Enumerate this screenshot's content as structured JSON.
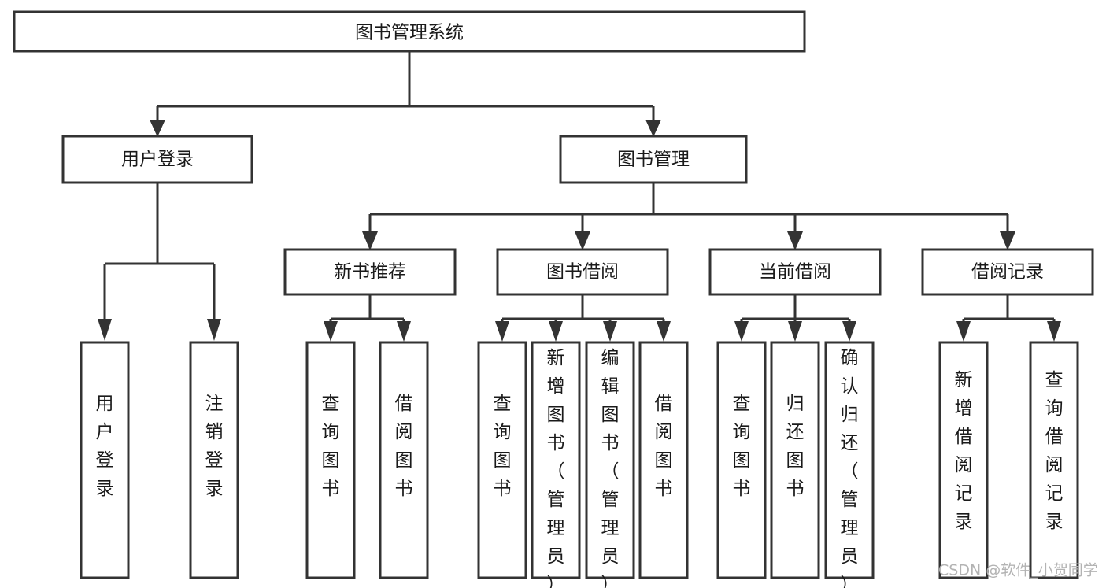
{
  "diagram": {
    "type": "tree",
    "title": "图书管理系统",
    "watermark": "CSDN @软件_小贺同学",
    "colors": {
      "stroke": "#333333",
      "fill": "#ffffff",
      "text": "#1a1a1a",
      "watermark": "#b3b3b3"
    },
    "levels": {
      "root": {
        "label": "图书管理系统"
      },
      "level1": [
        {
          "label": "用户登录"
        },
        {
          "label": "图书管理"
        }
      ],
      "level2": [
        {
          "label": "新书推荐"
        },
        {
          "label": "图书借阅"
        },
        {
          "label": "当前借阅"
        },
        {
          "label": "借阅记录"
        }
      ]
    },
    "nodes": {
      "root": "图书管理系统",
      "user_login": "用户登录",
      "book_manage": "图书管理",
      "new_book_rec": "新书推荐",
      "book_borrow": "图书借阅",
      "current_borrow": "当前借阅",
      "borrow_record": "借阅记录",
      "leaf_user_login": "用户登录",
      "leaf_logout": "注销登录",
      "leaf_query_book_1": "查询图书",
      "leaf_borrow_book_1": "借阅图书",
      "leaf_query_book_2": "查询图书",
      "leaf_add_book_admin": "新增图书（管理员）",
      "leaf_edit_book_admin": "编辑图书（管理员）",
      "leaf_borrow_book_2": "借阅图书",
      "leaf_query_book_3": "查询图书",
      "leaf_return_book": "归还图书",
      "leaf_confirm_return_admin": "确认归还（管理员）",
      "leaf_add_record": "新增借阅记录",
      "leaf_query_record": "查询借阅记录"
    }
  }
}
